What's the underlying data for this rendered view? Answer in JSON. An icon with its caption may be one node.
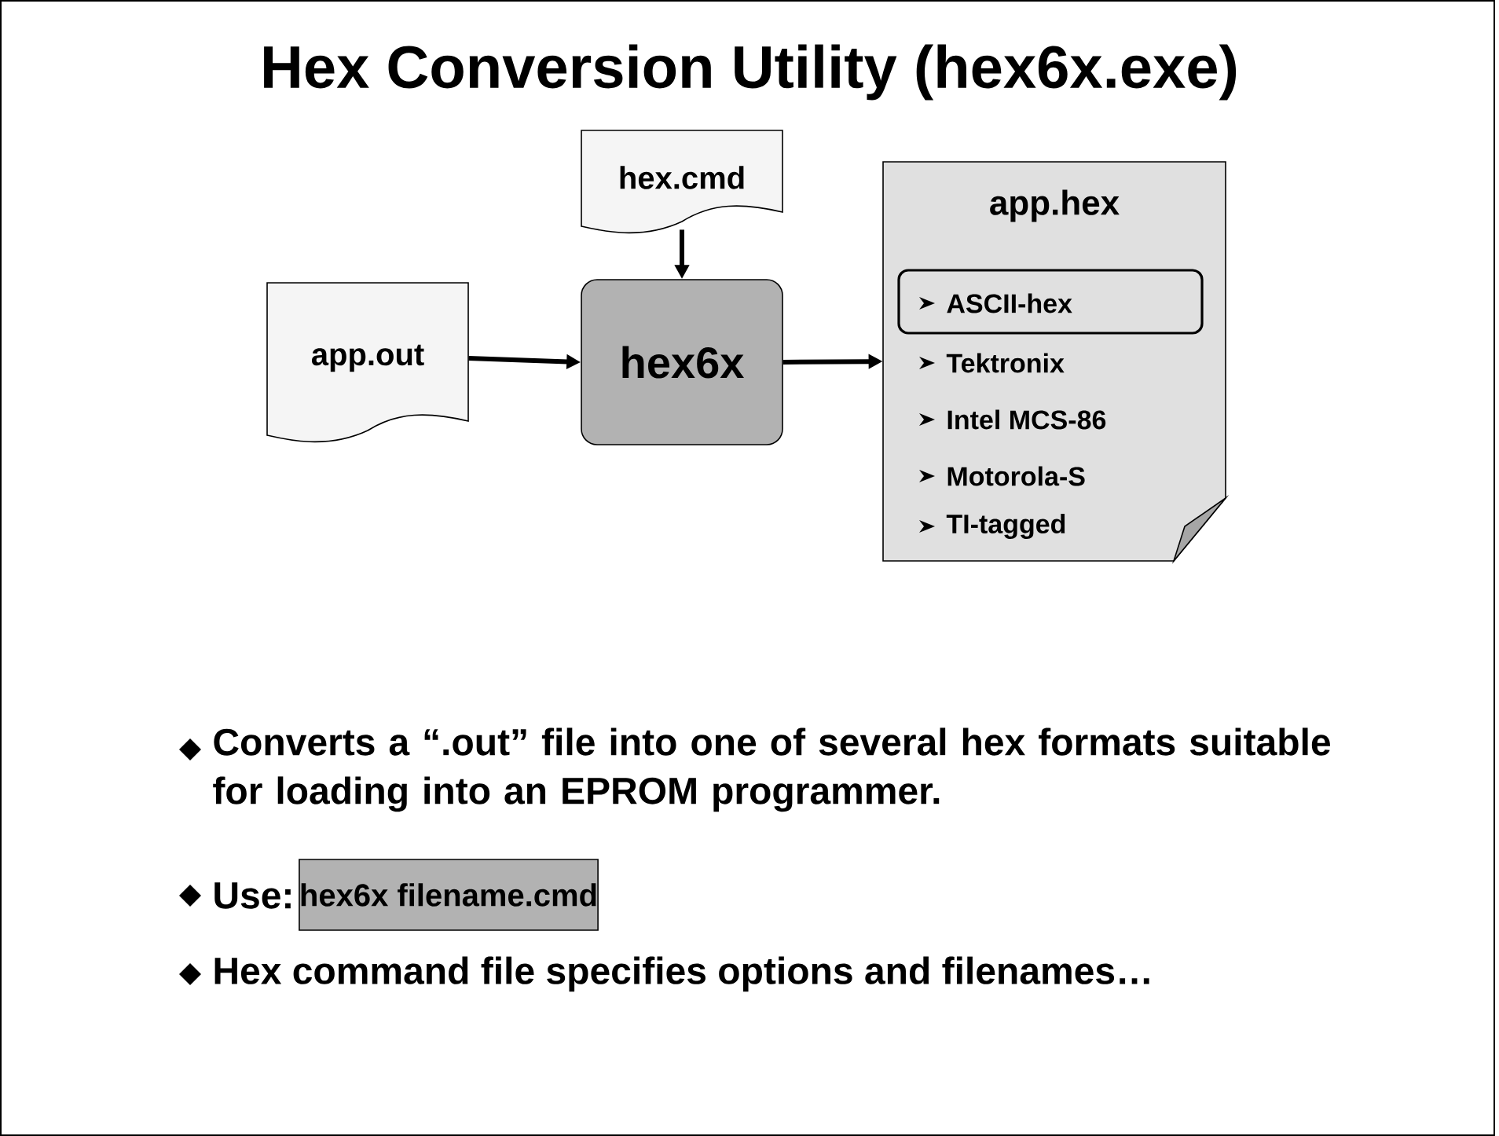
{
  "diagram": {
    "title": "Hex Conversion Utility (hex6x.exe)",
    "nodes": [
      {
        "text": [
          "app.out"
        ]
      },
      {
        "text": [
          "hex.cmd"
        ]
      },
      {
        "text": [
          "hex6x"
        ]
      },
      {
        "text": [
          "app.hex",
          "Tektronix",
          "Intel MCS-86",
          "Motorola-S",
          "TI-tagged"
        ]
      },
      {
        "text": [
          "ASCII-hex"
        ],
        "in": 3
      },
      {
        "text": [
          "hex6x filename.cmd"
        ]
      }
    ],
    "edges": [
      {
        "from": 0,
        "to": 2,
        "arrow": "to"
      },
      {
        "from": 1,
        "to": 2,
        "arrow": "to"
      },
      {
        "from": 2,
        "to": 3,
        "arrow": "to"
      }
    ],
    "labels": [
      "Converts a “.out” file into one of several hex formats suitable for loading into an EPROM programmer.",
      "Use:",
      "Hex command file specifies options and filenames…"
    ]
  }
}
